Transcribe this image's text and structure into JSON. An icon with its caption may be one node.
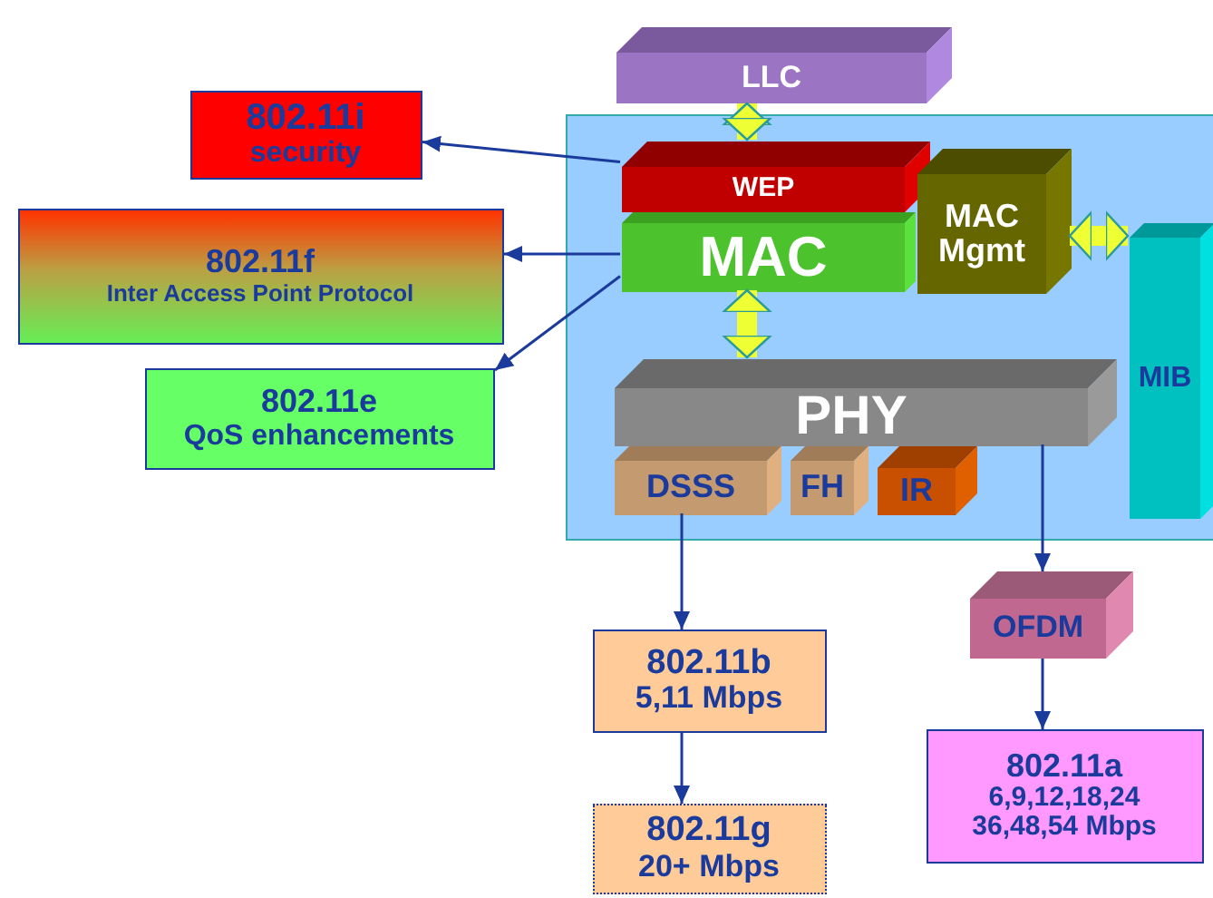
{
  "diagram": {
    "nodes": [
      {
        "text": [],
        "shape": "box"
      },
      {
        "text": [
          "LLC"
        ]
      },
      {
        "text": [
          "WEP"
        ],
        "in": 0
      },
      {
        "text": [
          "MAC"
        ],
        "in": 0
      },
      {
        "text": [
          "MAC Mgmt"
        ],
        "in": 0
      },
      {
        "text": [
          "PHY"
        ],
        "in": 0
      },
      {
        "text": [
          "DSSS"
        ],
        "in": 0
      },
      {
        "text": [
          "FH"
        ],
        "in": 0
      },
      {
        "text": [
          "IR"
        ],
        "in": 0
      },
      {
        "text": [
          "MIB"
        ],
        "in": 0
      },
      {
        "text": [
          "802.11i",
          "security"
        ]
      },
      {
        "text": [
          "802.11f",
          "Inter Access Point Protocol"
        ]
      },
      {
        "text": [
          "802.11e",
          "QoS enhancements"
        ]
      },
      {
        "text": [
          "OFDM"
        ]
      },
      {
        "text": [
          "802.11b",
          "5,11 Mbps"
        ]
      },
      {
        "text": [
          "802.11g",
          "20+ Mbps"
        ]
      },
      {
        "text": [
          "802.11a",
          "6,9,12,18,24 36,48,54 Mbps"
        ]
      }
    ],
    "edges": [
      {
        "from": 1,
        "to": 2,
        "arrow": "both",
        "style": "thick",
        "color": "#eeff33"
      },
      {
        "from": 3,
        "to": 5,
        "arrow": "both",
        "style": "thick",
        "color": "#eeff33"
      },
      {
        "from": 4,
        "to": 9,
        "arrow": "both",
        "style": "thick",
        "color": "#eeff33"
      },
      {
        "from": 2,
        "to": 10,
        "arrow": "to"
      },
      {
        "from": 3,
        "to": 11,
        "arrow": "to"
      },
      {
        "from": 3,
        "to": 12,
        "arrow": "to"
      },
      {
        "from": 6,
        "to": 14,
        "arrow": "to"
      },
      {
        "from": 5,
        "to": 13,
        "arrow": "to"
      },
      {
        "from": 13,
        "to": 16,
        "arrow": "to"
      },
      {
        "from": 14,
        "to": 15,
        "arrow": "to"
      }
    ]
  }
}
